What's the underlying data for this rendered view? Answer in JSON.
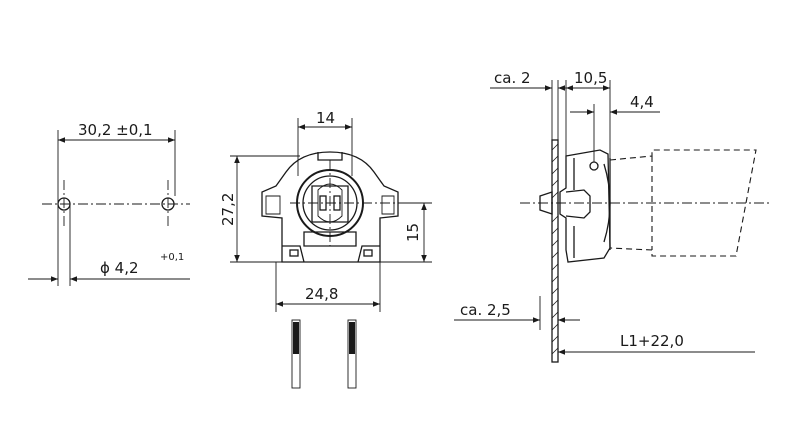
{
  "left_view": {
    "dim_spacing": "30,2 ±0,1",
    "dim_diameter": "ϕ 4,2",
    "dim_diameter_tol": "+0,1"
  },
  "front_view": {
    "dim_top_width": "14",
    "dim_height": "27,2",
    "dim_pin_height": "15",
    "dim_base_width": "24,8"
  },
  "side_view": {
    "dim_ca2": "ca. 2",
    "dim_10_5": "10,5",
    "dim_4_4": "4,4",
    "dim_ca2_5": "ca. 2,5",
    "dim_length": "L1+22,0"
  }
}
